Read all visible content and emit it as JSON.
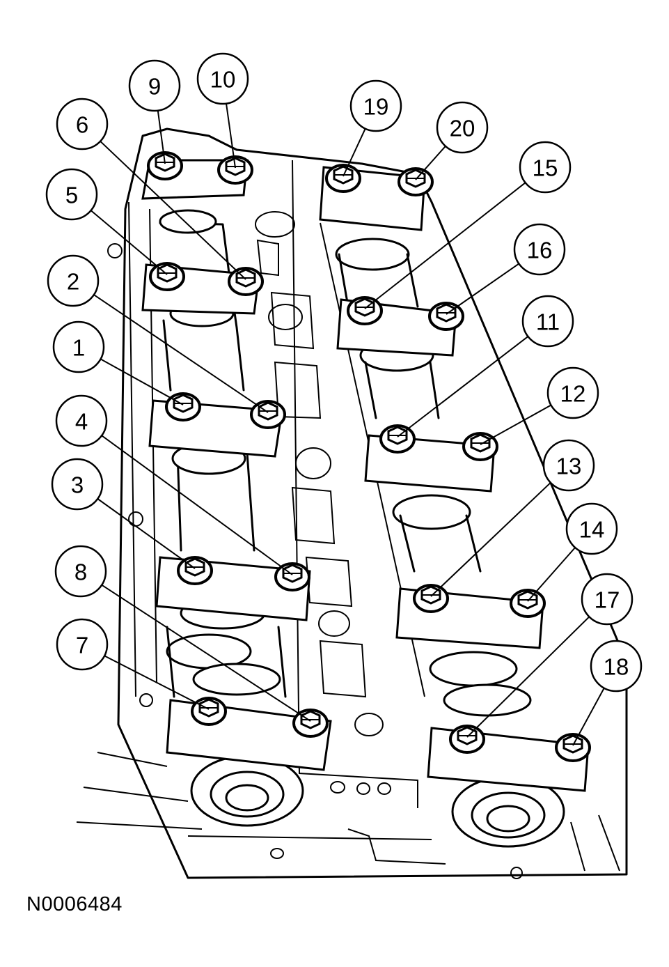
{
  "figure_id": "N0006484",
  "callouts": [
    {
      "label": "9"
    },
    {
      "label": "10"
    },
    {
      "label": "19"
    },
    {
      "label": "20"
    },
    {
      "label": "6"
    },
    {
      "label": "5"
    },
    {
      "label": "15"
    },
    {
      "label": "16"
    },
    {
      "label": "2"
    },
    {
      "label": "1"
    },
    {
      "label": "11"
    },
    {
      "label": "12"
    },
    {
      "label": "4"
    },
    {
      "label": "3"
    },
    {
      "label": "13"
    },
    {
      "label": "14"
    },
    {
      "label": "8"
    },
    {
      "label": "7"
    },
    {
      "label": "17"
    },
    {
      "label": "18"
    }
  ]
}
